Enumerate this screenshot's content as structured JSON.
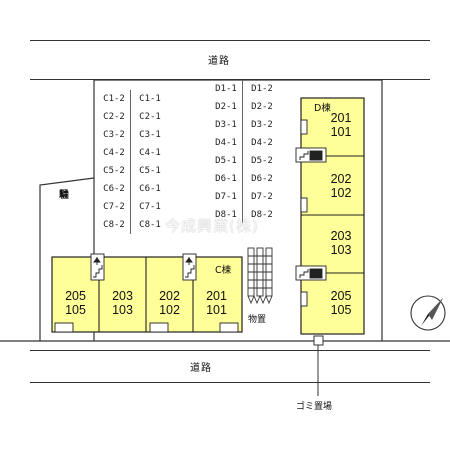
{
  "roads": {
    "top": "道路",
    "bottom": "道路"
  },
  "parking_label": [
    "駐",
    "輪",
    "場"
  ],
  "parking_c": [
    [
      "C1-2",
      "C1-1"
    ],
    [
      "C2-2",
      "C2-1"
    ],
    [
      "C3-2",
      "C3-1"
    ],
    [
      "C4-2",
      "C4-1"
    ],
    [
      "C5-2",
      "C5-1"
    ],
    [
      "C6-2",
      "C6-1"
    ],
    [
      "C7-2",
      "C7-1"
    ],
    [
      "C8-2",
      "C8-1"
    ]
  ],
  "parking_d": [
    [
      "D1-1",
      "D1-2"
    ],
    [
      "D2-1",
      "D2-2"
    ],
    [
      "D3-1",
      "D3-2"
    ],
    [
      "D4-1",
      "D4-2"
    ],
    [
      "D5-1",
      "D5-2"
    ],
    [
      "D6-1",
      "D6-2"
    ],
    [
      "D7-1",
      "D7-2"
    ],
    [
      "D8-1",
      "D8-2"
    ]
  ],
  "c_building": {
    "label": "C棟",
    "units": [
      {
        "upper": "205",
        "lower": "105"
      },
      {
        "upper": "203",
        "lower": "103"
      },
      {
        "upper": "202",
        "lower": "102"
      },
      {
        "upper": "201",
        "lower": "101"
      }
    ]
  },
  "d_building": {
    "label": "D棟",
    "units": [
      {
        "upper": "201",
        "lower": "101"
      },
      {
        "upper": "202",
        "lower": "102"
      },
      {
        "upper": "203",
        "lower": "103"
      },
      {
        "upper": "205",
        "lower": "105"
      }
    ]
  },
  "storage_label": "物置",
  "garbage_label": "ゴミ置場",
  "watermark": "今成興業(株)",
  "colors": {
    "unit_fill": "#ffff99",
    "unit_border": "#222222"
  },
  "icons": {
    "compass": "north-arrow-icon",
    "stairs": "stairs-icon"
  }
}
